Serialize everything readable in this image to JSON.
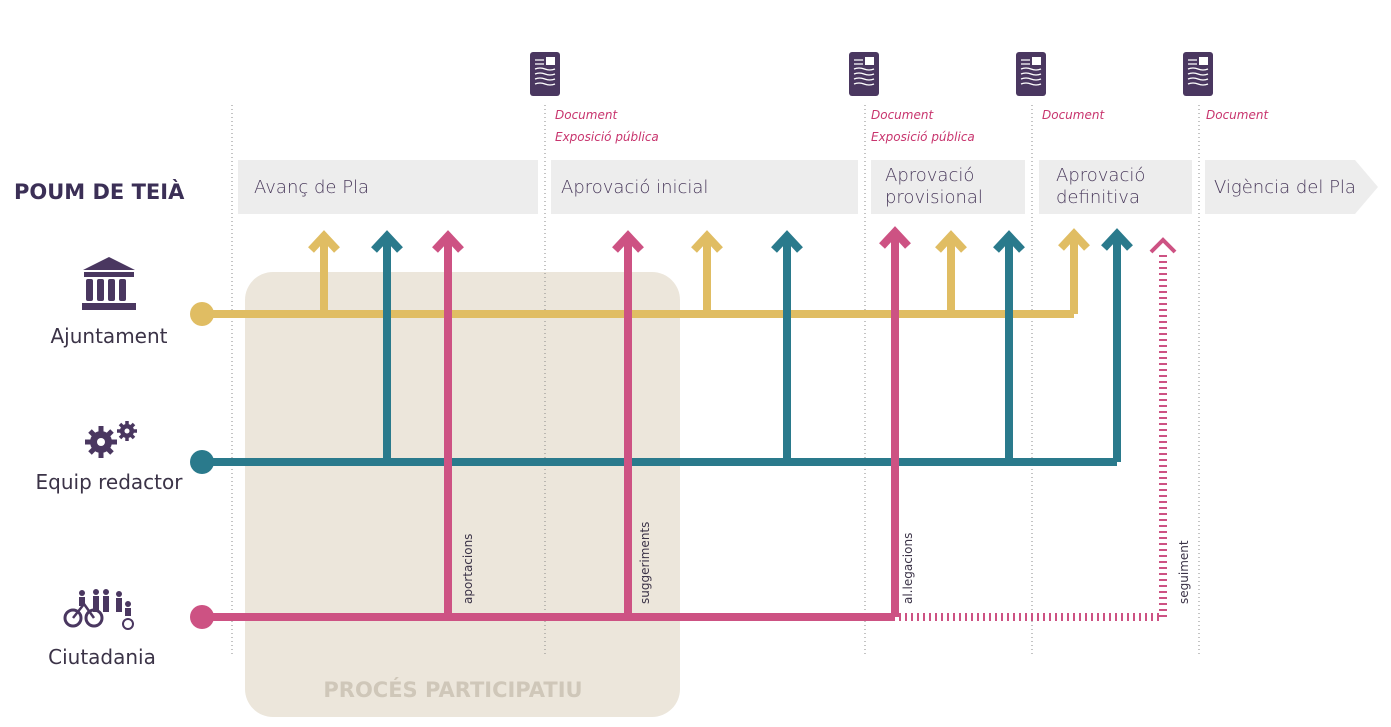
{
  "title": "POUM DE TEIÀ",
  "stages": [
    {
      "label": "Avanç de Pla"
    },
    {
      "label": "Aprovació inicial"
    },
    {
      "label_line1": "Aprovació",
      "label_line2": "provisional"
    },
    {
      "label_line1": "Aprovació",
      "label_line2": "definitiva"
    },
    {
      "label": "Vigència del Pla"
    }
  ],
  "documents": [
    {
      "line1": "Document",
      "line2": "Exposició pública"
    },
    {
      "line1": "Document",
      "line2": "Exposició pública"
    },
    {
      "line1": "Document"
    },
    {
      "line1": "Document"
    }
  ],
  "actors": {
    "ajuntament": "Ajuntament",
    "equip": "Equip redactor",
    "ciutadania": "Ciutadania"
  },
  "flow_labels": {
    "aportacions": "aportacions",
    "suggeriments": "suggeriments",
    "allegacions": "al.legacions",
    "seguiment": "seguiment"
  },
  "participatiu": "PROCÉS PARTICIPATIU",
  "colors": {
    "ajuntament": "#e0bd63",
    "equip": "#2a7a8c",
    "ciutadania": "#cd5283",
    "stage_bg": "#ededed",
    "participatiu_bg": "#ece6db",
    "icon": "#4a3760"
  }
}
